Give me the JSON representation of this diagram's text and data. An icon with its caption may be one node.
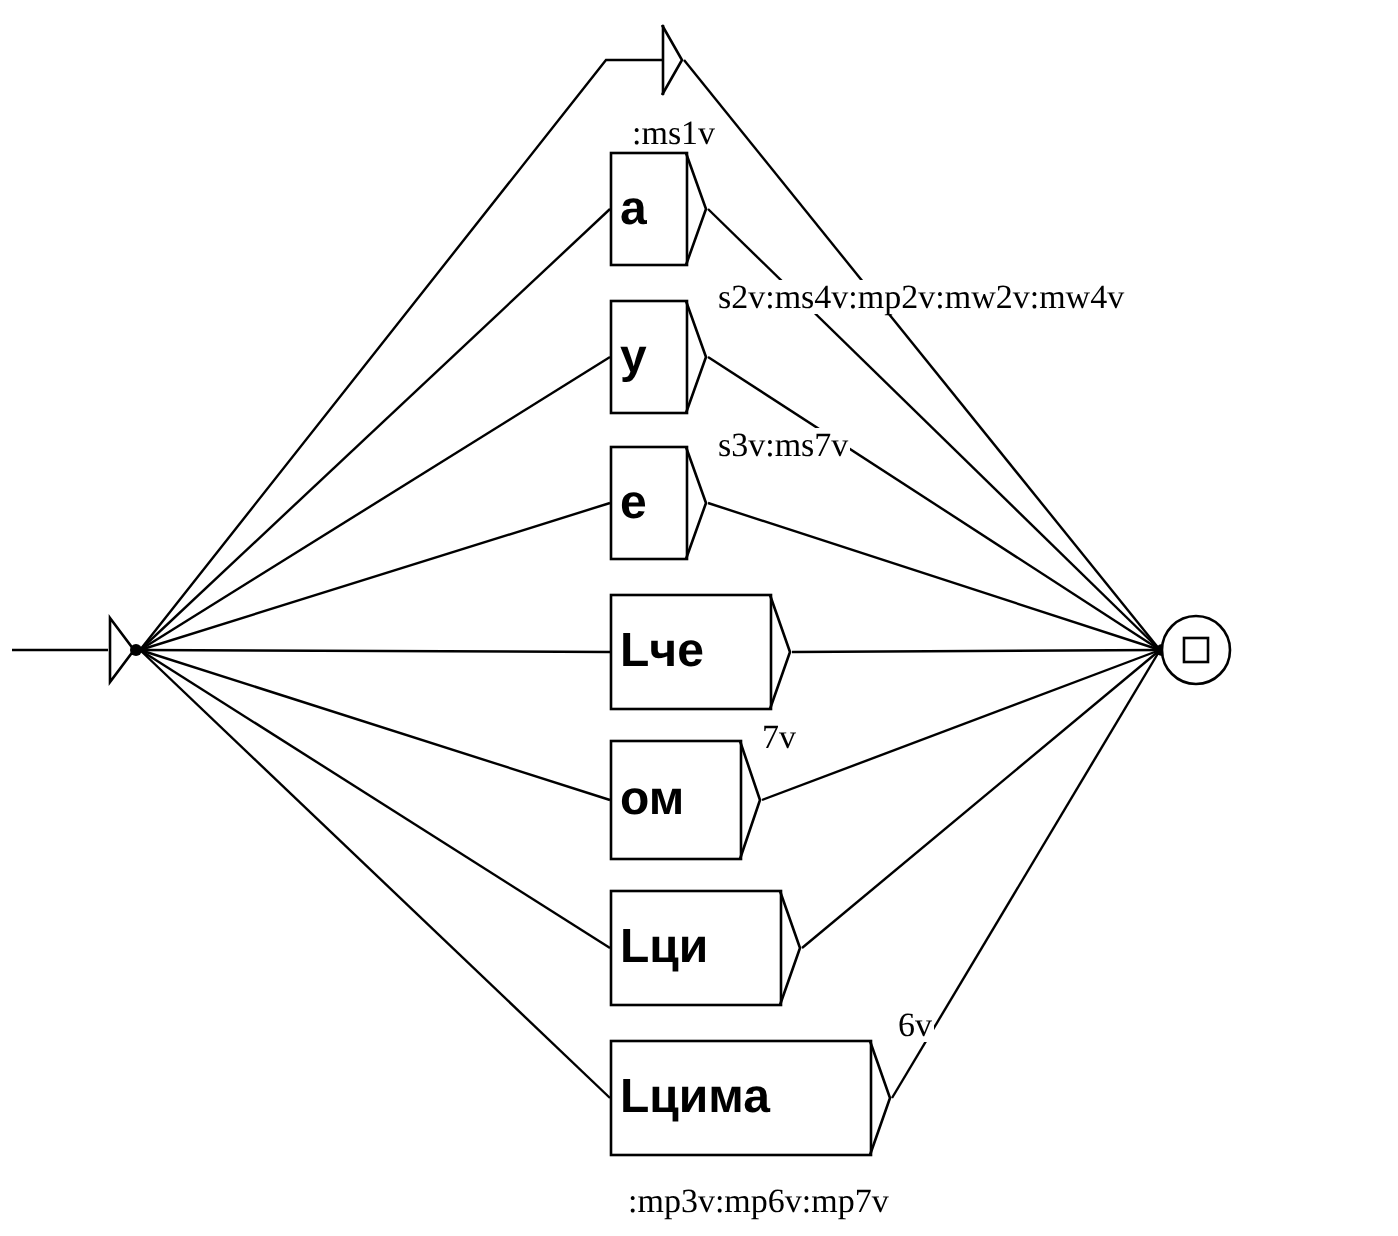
{
  "diagram": {
    "nodes": [
      {
        "text": [],
        "shape": "initial-state"
      },
      {
        "text": [],
        "shape": "box"
      },
      {
        "text": [
          "а"
        ]
      },
      {
        "text": [
          "у"
        ]
      },
      {
        "text": [
          "е"
        ]
      },
      {
        "text": [
          "Lче"
        ]
      },
      {
        "text": [
          "ом"
        ]
      },
      {
        "text": [
          "Lци"
        ]
      },
      {
        "text": [
          "Lцима"
        ]
      },
      {
        "text": [],
        "shape": "final-state"
      }
    ],
    "edges": [
      {
        "from": null,
        "to": 0,
        "arrow": "none"
      },
      {
        "from": 0,
        "to": 1,
        "arrow": "none"
      },
      {
        "from": 0,
        "to": 2,
        "arrow": "none"
      },
      {
        "from": 0,
        "to": 3,
        "arrow": "none"
      },
      {
        "from": 0,
        "to": 4,
        "arrow": "none"
      },
      {
        "from": 0,
        "to": 5,
        "arrow": "none"
      },
      {
        "from": 0,
        "to": 6,
        "arrow": "none"
      },
      {
        "from": 0,
        "to": 7,
        "arrow": "none"
      },
      {
        "from": 0,
        "to": 8,
        "arrow": "none"
      },
      {
        "from": 1,
        "to": 9,
        "arrow": "none"
      },
      {
        "from": 2,
        "to": 9,
        "arrow": "none"
      },
      {
        "from": 3,
        "to": 9,
        "arrow": "none"
      },
      {
        "from": 4,
        "to": 9,
        "arrow": "none"
      },
      {
        "from": 5,
        "to": 9,
        "arrow": "none"
      },
      {
        "from": 6,
        "to": 9,
        "arrow": "none"
      },
      {
        "from": 7,
        "to": 9,
        "arrow": "none"
      },
      {
        "from": 8,
        "to": 9,
        "arrow": "none"
      }
    ],
    "labels": [
      ":ms1v",
      "s2v:ms4v:mp2v:mw2v:mw4v",
      "s3v:ms7v",
      "7v",
      "6v",
      ":mp3v:mp6v:mp7v"
    ]
  }
}
